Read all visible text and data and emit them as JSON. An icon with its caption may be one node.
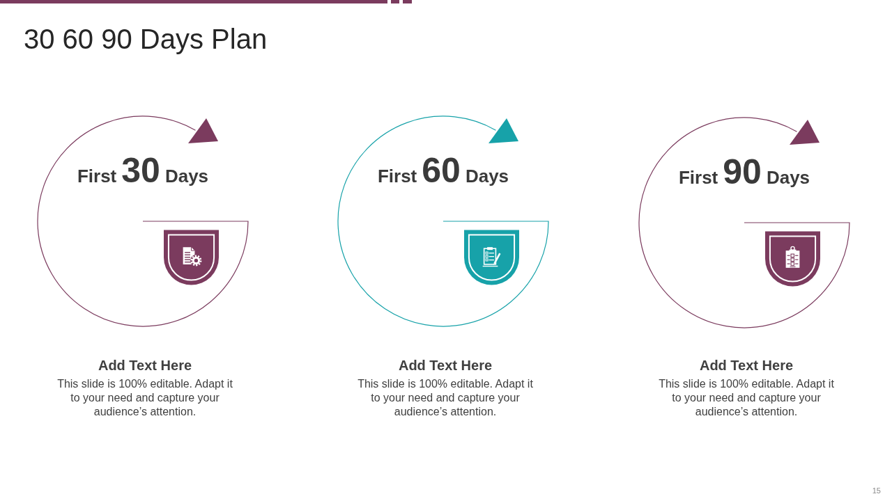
{
  "diagram": {
    "title": "30 60 90 Days Plan",
    "nodes": [
      {
        "text": [
          "First",
          "30",
          "Days"
        ],
        "beside": [
          "Add Text Here",
          "This slide is 100% editable. Adapt it to your need and capture your audience’s attention."
        ]
      },
      {
        "text": [
          "First",
          "60",
          "Days"
        ],
        "beside": [
          "Add Text Here",
          "This slide is 100% editable. Adapt it to your need and capture your audience’s attention."
        ]
      },
      {
        "text": [
          "First",
          "90",
          "Days"
        ],
        "beside": [
          "Add Text Here",
          "This slide is 100% editable. Adapt it to your need and capture your audience’s attention."
        ]
      }
    ],
    "labels": [
      "15"
    ]
  }
}
